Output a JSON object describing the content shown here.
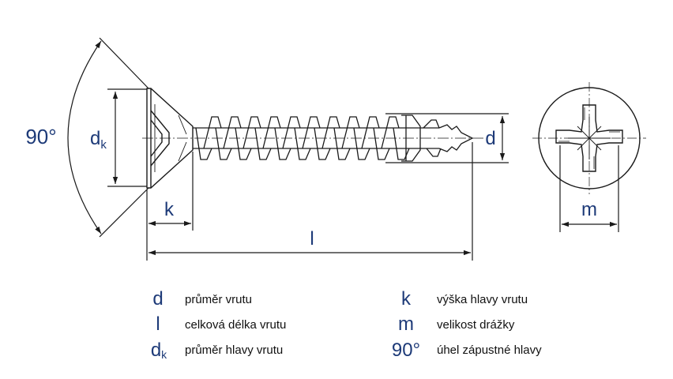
{
  "dimensions": {
    "angle": "90°",
    "head_diameter": {
      "main": "d",
      "sub": "k"
    },
    "diameter": "d",
    "head_height": "k",
    "length": "l",
    "recess_size": "m"
  },
  "legend": {
    "left": [
      {
        "symbol": "d",
        "sub": "",
        "text": "průměr vrutu"
      },
      {
        "symbol": "l",
        "sub": "",
        "text": "celková délka vrutu"
      },
      {
        "symbol": "d",
        "sub": "k",
        "text": "průměr hlavy vrutu"
      }
    ],
    "right": [
      {
        "symbol": "k",
        "sub": "",
        "text": "výška hlavy vrutu"
      },
      {
        "symbol": "m",
        "sub": "",
        "text": "velikost drážky"
      },
      {
        "symbol": "90°",
        "sub": "",
        "text": "úhel zápustné hlavy"
      }
    ]
  },
  "colors": {
    "label": "#1d3a78",
    "line": "#1a1a1a",
    "text": "#111111"
  }
}
